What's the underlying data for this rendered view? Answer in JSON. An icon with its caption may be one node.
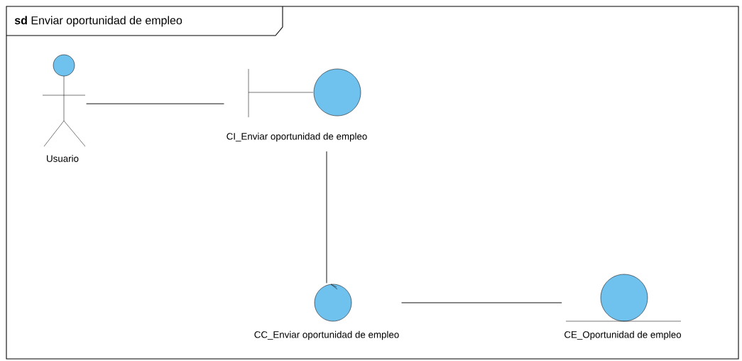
{
  "diagram": {
    "nodes": [
      {
        "text": [
          "**sd** Enviar oportunidad de empleo"
        ]
      },
      {
        "text": [
          "Usuario"
        ],
        "in": 0
      },
      {
        "text": [
          "CI_Enviar oportunidad de empleo"
        ],
        "in": 0
      },
      {
        "text": [
          "CC_Enviar oportunidad de empleo"
        ],
        "in": 0
      },
      {
        "text": [
          "CE_Oportunidad de empleo"
        ],
        "in": 0
      }
    ],
    "edges": [
      {
        "from": 1,
        "to": 2,
        "arrow": "none"
      },
      {
        "from": 2,
        "to": 3,
        "arrow": "none"
      },
      {
        "from": 3,
        "to": 4,
        "arrow": "none"
      }
    ]
  }
}
